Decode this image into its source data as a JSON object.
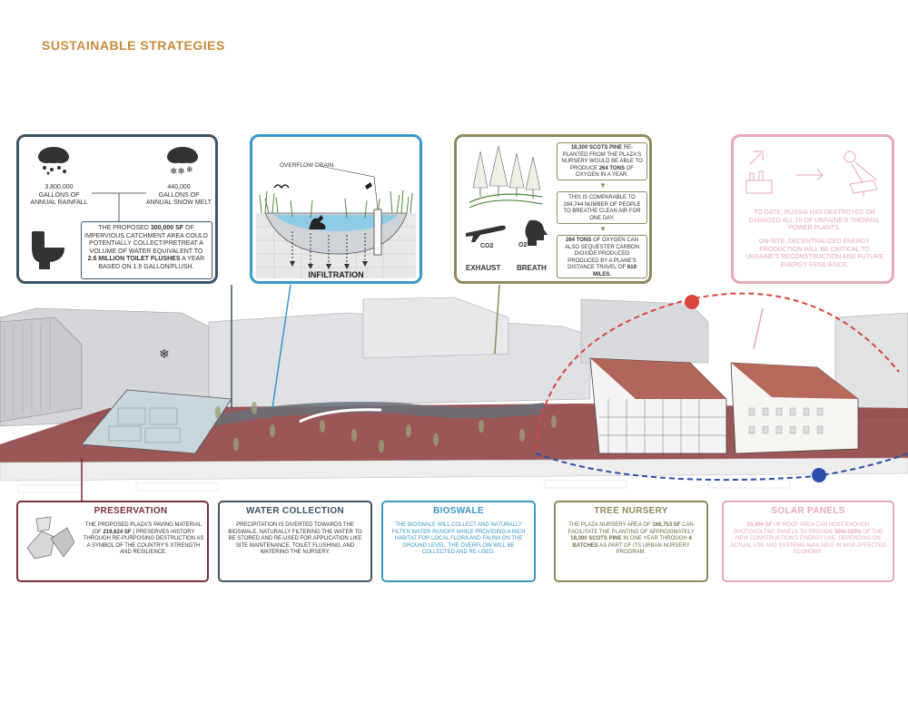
{
  "page_title": "SUSTAINABLE STRATEGIES",
  "water": {
    "rain_value": "3,800,000",
    "rain_label": "GALLONS OF ANNUAL RAINFALL",
    "snow_value": "440,000",
    "snow_label": "GALLONS OF ANNUAL SNOW MELT",
    "toilet_text_1": "THE PROPOSED",
    "toilet_bold_1": "300,000 SF",
    "toilet_text_2": "OF IMPERVIOUS CATCHMENT AREA COULD POTENTIALLY COLLECT/PRETREAT A VOLUME OF WATER EQUIVALENT TO",
    "toilet_bold_2": "2.6 MILLION TOILET FLUSHES",
    "toilet_text_3": "A YEAR BASED ON 1.6 GALLON/FLUSH."
  },
  "bioswale_callout": {
    "overflow_label": "OVERFLOW DRAIN",
    "infiltration_label": "INFILTRATION"
  },
  "nursery_callout": {
    "fact1_bold_a": "18,300 SCOTS PINE",
    "fact1_text_a": "RE-PLANTED FROM THE PLAZA'S NURSERY WOULD BE ABLE TO PRODUCE",
    "fact1_bold_b": "264 TONS",
    "fact1_text_b": "OF OXYGEN IN A YEAR.",
    "fact2_text_a": "THIS IS COMPARABLE TO 284,744 NUMBER OF PEOPLE TO BREATHE CLEAN AIR FOR ONE DAY.",
    "fact3_bold_a": "264 TONS",
    "fact3_text_a": "OF OXYGEN CAN ALSO SEQUESTER CARBON DIOXIDE PRODUCED PRODUCED BY A PLANE'S DISTANCE TRAVEL OF",
    "fact3_bold_b": "619 MILES.",
    "exhaust_label": "EXHAUST",
    "breath_label": "BREATH",
    "co2_label": "CO2",
    "o2_label": "O2"
  },
  "solar_callout": {
    "text1": "TO DATE, RUSSIA HAS DESTROYED OR DAMAGED ALL 15 OF UKRAINE'S THERMAL POWER PLANTS.",
    "text2": "ON-SITE, DECENTRALIZED ENERGY PRODUCTION WILL BE CRITICAL TO UKRAINE'S RECONSTRUCTION AND FUTURE ENERGY RESILIENCE."
  },
  "bottom": {
    "preservation": {
      "title": "PRESERVATION",
      "text_a": "THE PROPOSED PLAZA'S PAVING MATERIAL (OF",
      "bold_a": "219,624 SF",
      "text_b": ") PRESERVES HISTORY THROUGH RE-PURPOSING DESTRUCTION AS A SYMBOL OF THE COUNTRY'S STRENGTH AND RESILIENCE."
    },
    "water_collection": {
      "title": "WATER COLLECTION",
      "text": "PRECIPITATION IS DIVERTED TOWARDS THE BIOSWALE, NATURALLY FILTERING THE WATER TO BE STORED AND RE-USED FOR APPLICATION LIKE SITE MAINTENANCE, TOILET FLUSHING, AND WATERING THE NURSERY."
    },
    "bioswale": {
      "title": "BIOSWALE",
      "text": "THE BIOSWALE WILL COLLECT AND NATURALLY FILTER WATER RUNOFF WHILE PROVIDING A RICH HABITAT FOR LOCAL FLORA AND FAUNA ON THE GROUND LEVEL. THE OVERFLOW WILL BE COLLECTED AND RE-USED."
    },
    "tree_nursery": {
      "title": "TREE NURSERY",
      "text_a": "THE PLAZA NURSERY AREA OF",
      "bold_a": "166,753 SF",
      "text_b": "CAN FACILITATE THE PLANTING OF APPROXIMATELY",
      "bold_b": "18,300 SCOTS PINE",
      "text_c": "IN ONE YEAR THROUGH",
      "bold_c": "4 BATCHES",
      "text_d": "AS PART OF ITS URBAN NURSERY PROGRAM."
    },
    "solar_panels": {
      "title": "SOLAR PANELS",
      "bold_a": "53,400 SF",
      "text_a": "OF ROOF AREA CAN HOST ENOUGH PHOTOVOLTAIC PANELS TO PROVIDE",
      "bold_b": "50%-100%",
      "text_b": "OF THE NEW CONSTRUCTION'S ENERGY USE, DEPENDING ON ACTUAL USE AND SYSTEMS AVAILABLE IN WAR-AFFECTED ECONOMY."
    }
  },
  "colors": {
    "title": "#c98a3a",
    "water": "#3d5566",
    "bioswale": "#3b97c7",
    "nursery": "#8f8a5c",
    "solar": "#e8a8b6",
    "preservation": "#7a2e3a",
    "paving": "#8a3a3a",
    "path_red": "#d9473c",
    "path_blue": "#2b4fa8"
  }
}
